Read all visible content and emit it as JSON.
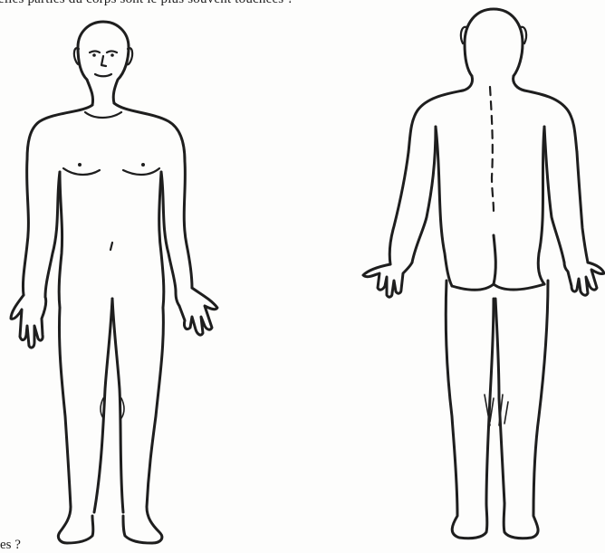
{
  "questionnaire": {
    "question_text_top": "elles parties du corps sont le plus souvent touchées ?",
    "question_text_bottom": "es ?"
  },
  "figures": {
    "front": "body-front-view",
    "back": "body-back-view"
  }
}
